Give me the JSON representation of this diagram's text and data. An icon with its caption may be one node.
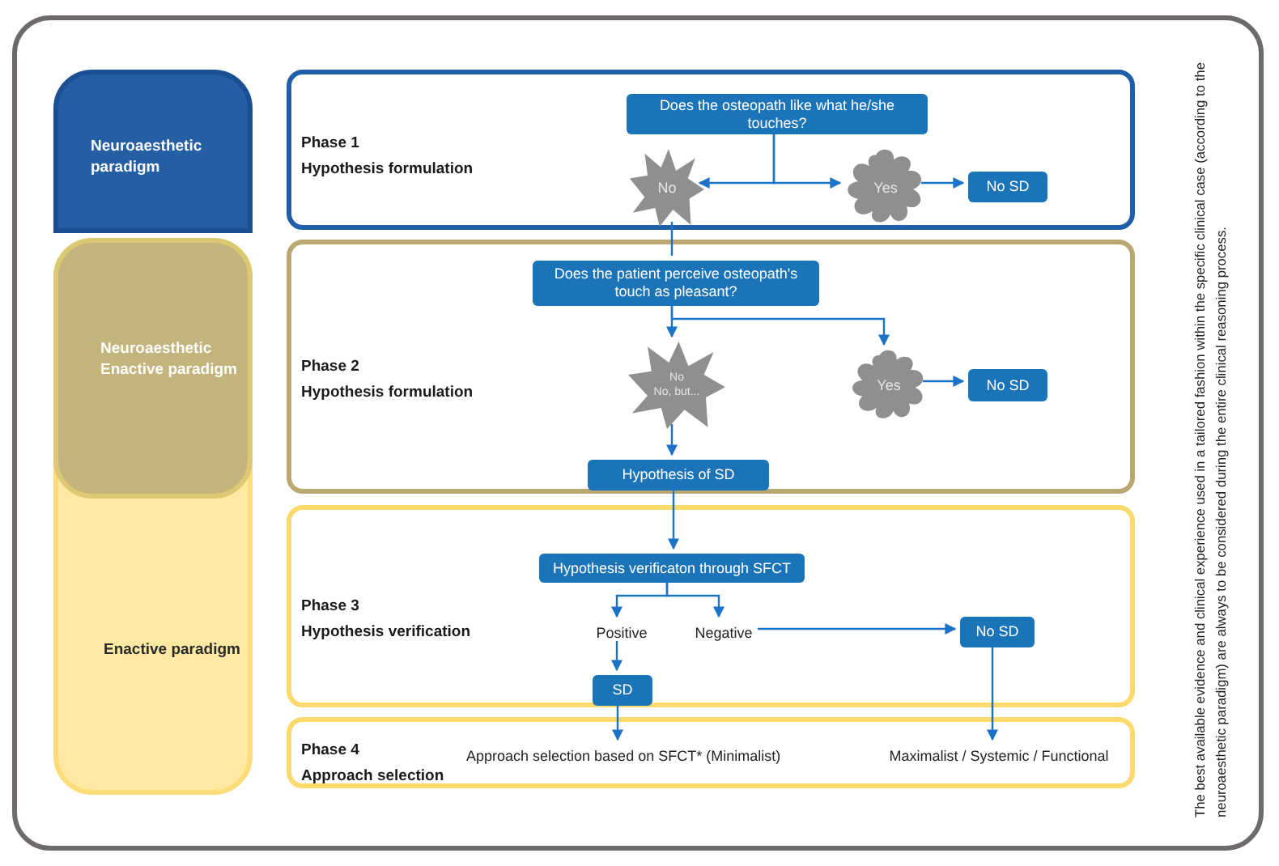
{
  "diagram": {
    "nodes": [
      {
        "text": [
          "Neuroaesthetic paradigm"
        ]
      },
      {
        "text": [
          "Enactive paradigm"
        ]
      },
      {
        "text": [
          "Neuroaesthetic Enactive paradigm"
        ],
        "in": 1
      },
      {
        "text": [
          "Phase 1",
          "Hypothesis formulation"
        ]
      },
      {
        "text": [
          "Does the osteopath like what he/she touches?"
        ],
        "in": 3
      },
      {
        "text": [
          "No"
        ],
        "in": 3
      },
      {
        "text": [
          "Yes"
        ],
        "in": 3
      },
      {
        "text": [
          "No SD"
        ],
        "in": 3
      },
      {
        "text": [
          "Phase 2",
          "Hypothesis formulation"
        ]
      },
      {
        "text": [
          "Does the patient perceive osteopath's touch as pleasant?"
        ],
        "in": 8
      },
      {
        "text": [
          "No",
          "No, but..."
        ],
        "in": 8
      },
      {
        "text": [
          "Yes"
        ],
        "in": 8
      },
      {
        "text": [
          "No SD"
        ],
        "in": 8
      },
      {
        "text": [
          "Hypothesis of SD"
        ],
        "in": 8
      },
      {
        "text": [
          "Phase 3",
          "Hypothesis verification"
        ]
      },
      {
        "text": [
          "Hypothesis verificaton through SFCT"
        ],
        "in": 14
      },
      {
        "text": [
          "Positive"
        ],
        "in": 14
      },
      {
        "text": [
          "Negative"
        ],
        "in": 14
      },
      {
        "text": [
          "No SD"
        ],
        "in": 14
      },
      {
        "text": [
          "SD"
        ],
        "in": 14
      },
      {
        "text": [
          "Phase 4",
          "Approach selection"
        ]
      },
      {
        "text": [
          "Approach selection based on SFCT* (Minimalist)"
        ],
        "in": 20
      },
      {
        "text": [
          "Maximalist / Systemic / Functional"
        ],
        "in": 20
      }
    ],
    "edges": [
      {
        "from": 4,
        "to": 5,
        "arrow": "to"
      },
      {
        "from": 4,
        "to": 6,
        "arrow": "to"
      },
      {
        "from": 6,
        "to": 7,
        "arrow": "to"
      },
      {
        "from": 5,
        "to": 9,
        "arrow": "none"
      },
      {
        "from": 9,
        "to": 10,
        "arrow": "to"
      },
      {
        "from": 9,
        "to": 11,
        "arrow": "to"
      },
      {
        "from": 11,
        "to": 12,
        "arrow": "to"
      },
      {
        "from": 10,
        "to": 13,
        "arrow": "to"
      },
      {
        "from": 13,
        "to": 15,
        "arrow": "to"
      },
      {
        "from": 15,
        "to": 16,
        "arrow": "to"
      },
      {
        "from": 15,
        "to": 17,
        "arrow": "to"
      },
      {
        "from": 16,
        "to": 19,
        "arrow": "to"
      },
      {
        "from": 17,
        "to": 18,
        "arrow": "to"
      },
      {
        "from": 19,
        "to": 21,
        "arrow": "to"
      },
      {
        "from": 18,
        "to": 22,
        "arrow": "to"
      }
    ],
    "labels": [
      "The best available evidence and clinical experience used in a tailored fashion within the specific clinical case (according to the neuroaesthetic paradigm) are always to be considered during the entire clinical reasoning process."
    ]
  }
}
